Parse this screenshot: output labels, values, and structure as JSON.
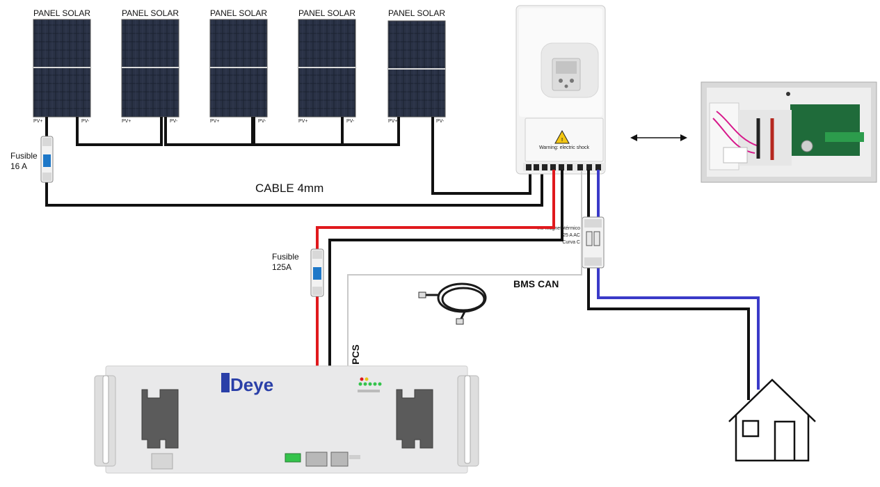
{
  "panels": [
    {
      "label": "PANEL SOLAR",
      "pos": "PV+",
      "neg": "PV-"
    },
    {
      "label": "PANEL SOLAR",
      "pos": "PV+",
      "neg": "PV-"
    },
    {
      "label": "PANEL SOLAR",
      "pos": "PV+",
      "neg": "PV-"
    },
    {
      "label": "PANEL SOLAR",
      "pos": "PV+",
      "neg": "PV-"
    },
    {
      "label": "PANEL SOLAR",
      "pos": "PV+",
      "neg": "PV-"
    }
  ],
  "fuse_pv": {
    "line1": "Fusible",
    "line2": "16 A"
  },
  "fuse_battery": {
    "line1": "Fusible",
    "line2": "125A"
  },
  "cable_label": "CABLE 4mm",
  "breaker": {
    "line1": "Int. Magnetotérmico",
    "line2": "25 A AC",
    "line3": "Curva C"
  },
  "bms_label": "BMS CAN",
  "pcs_label": "PCS",
  "battery": {
    "brand": "Deye",
    "brand_initial": "D"
  },
  "inverter": {
    "warning_text": "Warning: electric shock"
  },
  "colors": {
    "dc_positive": "#e0191d",
    "dc_negative": "#111111",
    "ac_neutral": "#3a3ac8",
    "communication": "#bdbdbd",
    "brand": "#2a3fa8"
  }
}
